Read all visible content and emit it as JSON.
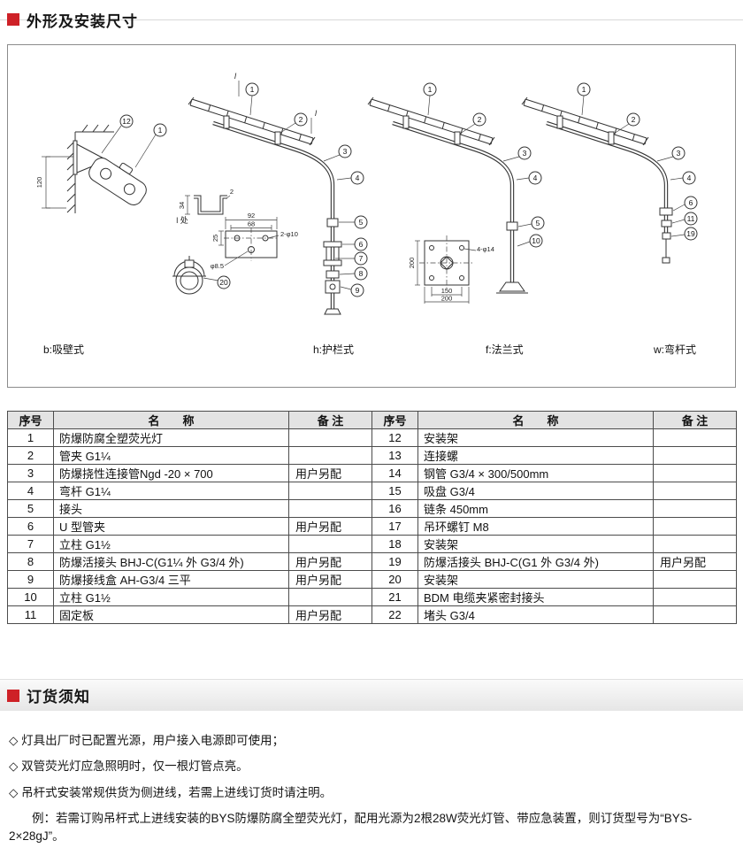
{
  "sections": {
    "dimensions_title": "外形及安装尺寸",
    "ordering_title": "订货须知"
  },
  "diagram": {
    "captions": [
      "b:吸壁式",
      "h:护栏式",
      "f:法兰式",
      "w:弯杆式"
    ],
    "b": {
      "callouts": [
        "12",
        "1",
        "20"
      ],
      "dim_120": "120",
      "detail_label": "l 处",
      "dim_34": "34",
      "dim_2": "2",
      "dim_92": "92",
      "dim_68": "68",
      "dim_2d10": "2-φ10",
      "dim_d85": "φ8.5",
      "dim_25": "25"
    },
    "h": {
      "callouts": [
        "1",
        "2",
        "3",
        "4",
        "5",
        "6",
        "7",
        "8",
        "9"
      ],
      "section_mark": "l"
    },
    "f": {
      "callouts": [
        "1",
        "2",
        "3",
        "4",
        "5",
        "10"
      ],
      "dim_200_left": "200",
      "dim_150": "150",
      "dim_200_bottom": "200",
      "dim_4d14": "4-φ14"
    },
    "w": {
      "callouts": [
        "1",
        "2",
        "3",
        "4",
        "6",
        "11",
        "19"
      ]
    }
  },
  "table": {
    "headers": {
      "no": "序号",
      "name": "名　　称",
      "remark": "备 注"
    },
    "rows_left": [
      {
        "no": "1",
        "name": "防爆防腐全塑荧光灯",
        "remark": ""
      },
      {
        "no": "2",
        "name": "管夹 G1¼",
        "remark": ""
      },
      {
        "no": "3",
        "name": "防爆挠性连接管Ngd -20 × 700",
        "remark": "用户另配"
      },
      {
        "no": "4",
        "name": "弯杆 G1¼",
        "remark": ""
      },
      {
        "no": "5",
        "name": "接头",
        "remark": ""
      },
      {
        "no": "6",
        "name": "U 型管夹",
        "remark": "用户另配"
      },
      {
        "no": "7",
        "name": "立柱 G1½",
        "remark": ""
      },
      {
        "no": "8",
        "name": "防爆活接头 BHJ-C(G1¼ 外 G3/4 外)",
        "remark": "用户另配"
      },
      {
        "no": "9",
        "name": "防爆接线盒 AH-G3/4 三平",
        "remark": "用户另配"
      },
      {
        "no": "10",
        "name": "立柱 G1½",
        "remark": ""
      },
      {
        "no": "11",
        "name": "固定板",
        "remark": "用户另配"
      }
    ],
    "rows_right": [
      {
        "no": "12",
        "name": "安装架",
        "remark": ""
      },
      {
        "no": "13",
        "name": "连接螺",
        "remark": ""
      },
      {
        "no": "14",
        "name": "钢管 G3/4 × 300/500mm",
        "remark": ""
      },
      {
        "no": "15",
        "name": "吸盘 G3/4",
        "remark": ""
      },
      {
        "no": "16",
        "name": "链条 450mm",
        "remark": ""
      },
      {
        "no": "17",
        "name": "吊环螺钉 M8",
        "remark": ""
      },
      {
        "no": "18",
        "name": "安装架",
        "remark": ""
      },
      {
        "no": "19",
        "name": "防爆活接头 BHJ-C(G1 外 G3/4 外)",
        "remark": "用户另配"
      },
      {
        "no": "20",
        "name": "安装架",
        "remark": ""
      },
      {
        "no": "21",
        "name": "BDM 电缆夹紧密封接头",
        "remark": ""
      },
      {
        "no": "22",
        "name": "堵头 G3/4",
        "remark": ""
      }
    ]
  },
  "notes": {
    "items": [
      "◇ 灯具出厂时已配置光源，用户接入电源即可使用；",
      "◇ 双管荧光灯应急照明时，仅一根灯管点亮。",
      "◇ 吊杆式安装常规供货为侧进线，若需上进线订货时请注明。"
    ],
    "example": "例：若需订购吊杆式上进线安装的BYS防爆防腐全塑荧光灯，配用光源为2根28W荧光灯管、带应急装置，则订货型号为“BYS-2×28gJ”。"
  }
}
